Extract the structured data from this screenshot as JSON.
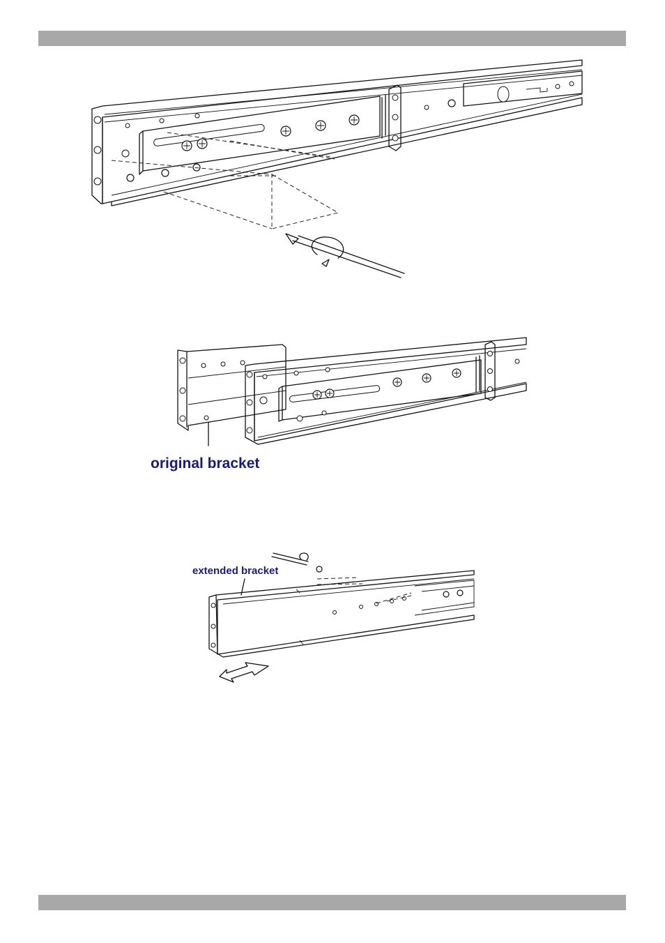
{
  "page": {
    "header_bar_color": "#a8a8a8",
    "footer_bar_color": "#a8a8a8"
  },
  "figures": [
    {
      "id": "rail-screw-removal",
      "labels": []
    },
    {
      "id": "original-bracket-figure",
      "labels": [
        "original bracket"
      ],
      "label_color": "#1a1a7a"
    },
    {
      "id": "extended-bracket-figure",
      "labels": [
        "extended bracket"
      ],
      "label_color": "#1a1a7a"
    }
  ],
  "labels": {
    "original_bracket": "original bracket",
    "extended_bracket": "extended bracket"
  }
}
